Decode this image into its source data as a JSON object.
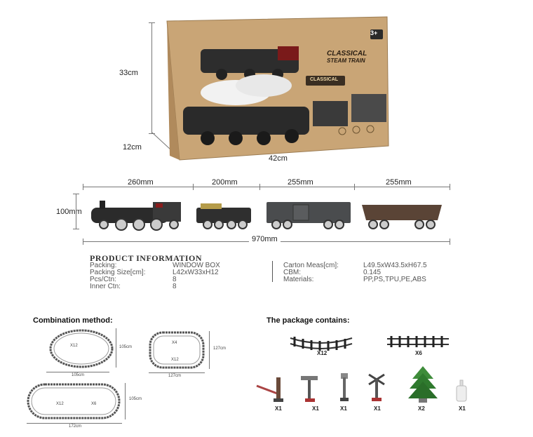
{
  "box": {
    "height_label": "33cm",
    "depth_label": "12cm",
    "width_label": "42cm",
    "age_badge": "3+",
    "title_line1": "CLASSICAL",
    "title_line2": "STEAM TRAIN",
    "sub_logo": "CLASSICAL"
  },
  "train": {
    "height_label": "100mm",
    "total_label": "970mm",
    "segments": [
      "260mm",
      "200mm",
      "255mm",
      "255mm"
    ]
  },
  "product_info": {
    "heading": "PRODUCT INFORMATION",
    "left": [
      {
        "label": "Packing:",
        "value": "WINDOW BOX"
      },
      {
        "label": "Packing Size[cm]:",
        "value": "L42xW33xH12"
      },
      {
        "label": "Pcs/Ctn:",
        "value": "8"
      },
      {
        "label": "Inner Ctn:",
        "value": "8"
      }
    ],
    "right": [
      {
        "label": "Carton Meas[cm]:",
        "value": "L49.5xW43.5xH67.5"
      },
      {
        "label": "CBM:",
        "value": "0.145"
      },
      {
        "label": "Materials:",
        "value": "PP,PS,TPU,PE,ABS"
      }
    ]
  },
  "combination": {
    "title": "Combination method:",
    "circle": {
      "count": "X12",
      "w": "105cm",
      "h": "105cm"
    },
    "square": {
      "count_top": "X4",
      "count_bottom": "X12",
      "w": "127cm",
      "h": "127cm"
    },
    "oval": {
      "count_left": "X12",
      "count_right": "X6",
      "w": "172cm",
      "h": "105cm"
    }
  },
  "package": {
    "title": "The package contains:",
    "tracks": [
      {
        "name": "curved-track",
        "qty": "X12"
      },
      {
        "name": "straight-track",
        "qty": "X6"
      }
    ],
    "accessories": [
      {
        "name": "crossing-gate",
        "qty": "X1"
      },
      {
        "name": "street-lamp",
        "qty": "X1"
      },
      {
        "name": "signal-light",
        "qty": "X1"
      },
      {
        "name": "railroad-crossing-sign",
        "qty": "X1"
      },
      {
        "name": "pine-tree",
        "qty": "X2"
      },
      {
        "name": "smoke-oil-bottle",
        "qty": "X1"
      }
    ]
  }
}
